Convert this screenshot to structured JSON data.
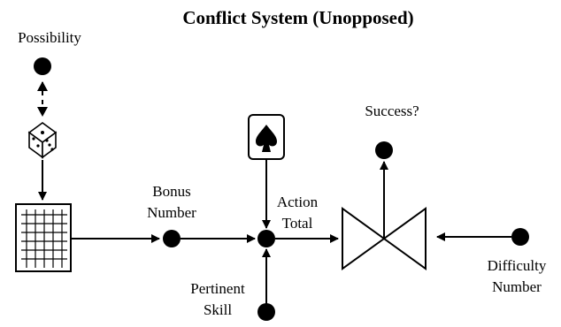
{
  "title": "Conflict System (Unopposed)",
  "labels": {
    "possibility": "Possibility",
    "bonus_number_1": "Bonus",
    "bonus_number_2": "Number",
    "action_total_1": "Action",
    "action_total_2": "Total",
    "success": "Success?",
    "pertinent_skill_1": "Pertinent",
    "pertinent_skill_2": "Skill",
    "difficulty_number_1": "Difficulty",
    "difficulty_number_2": "Number"
  },
  "icons": {
    "die": "die-icon",
    "chart": "grid-chart-icon",
    "card": "spade-card-icon",
    "valve": "bowtie-valve-icon"
  },
  "colors": {
    "stroke": "#000000",
    "background": "#ffffff"
  }
}
